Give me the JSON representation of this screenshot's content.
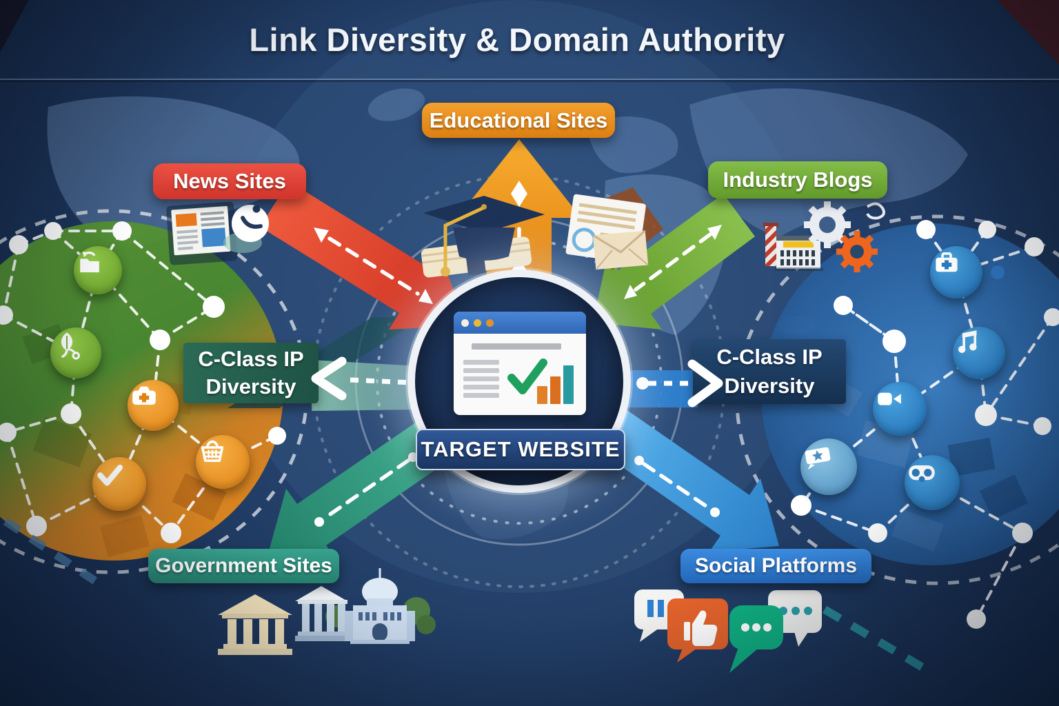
{
  "title": "Link Diversity & Domain Authority",
  "center": {
    "label": "TARGET WEBSITE",
    "icon": "browser-check-chart-icon"
  },
  "nodes": {
    "educational": {
      "label": "Educational Sites",
      "color": "#e8891f"
    },
    "news": {
      "label": "News Sites",
      "color": "#e2423a"
    },
    "industry": {
      "label": "Industry Blogs",
      "color": "#74ab39"
    },
    "cclass_left": {
      "line1": "C-Class IP",
      "line2": "Diversity",
      "color": "#265c4c"
    },
    "cclass_right": {
      "line1": "C-Class IP",
      "line2": "Diversity",
      "color": "#1c3a5f"
    },
    "government": {
      "label": "Government Sites",
      "color": "#2f8e7e"
    },
    "social": {
      "label": "Social Platforms",
      "color": "#2979ca"
    }
  },
  "clusters": {
    "left": {
      "icons": [
        "folder-sync-icon",
        "herbal-health-icon",
        "medical-media-icon",
        "checkmark-icon",
        "shopping-basket-icon"
      ]
    },
    "right": {
      "icons": [
        "medical-briefcase-icon",
        "music-note-icon",
        "video-camera-icon",
        "ticket-star-icon",
        "vr-goggles-icon"
      ]
    }
  },
  "decorations": {
    "news": [
      "newspaper-icon",
      "phone-icon"
    ],
    "educational": [
      "graduation-cap-icon",
      "certificate-icon",
      "envelope-icon"
    ],
    "industry": [
      "factory-icon",
      "gear-icon",
      "gear-icon"
    ],
    "government": [
      "classical-building-icon",
      "columned-building-icon",
      "capitol-dome-icon"
    ],
    "social": [
      "pause-bubble-icon",
      "thumbs-up-bubble-icon",
      "dots-bubble-icon",
      "dots-bubble-icon"
    ]
  },
  "colors": {
    "background": "#24416b",
    "arrow_orange": "#ef9420",
    "arrow_red": "#e04a32",
    "arrow_green": "#74b13c",
    "arrow_teal": "#33a287",
    "arrow_blue": "#3e9add"
  }
}
